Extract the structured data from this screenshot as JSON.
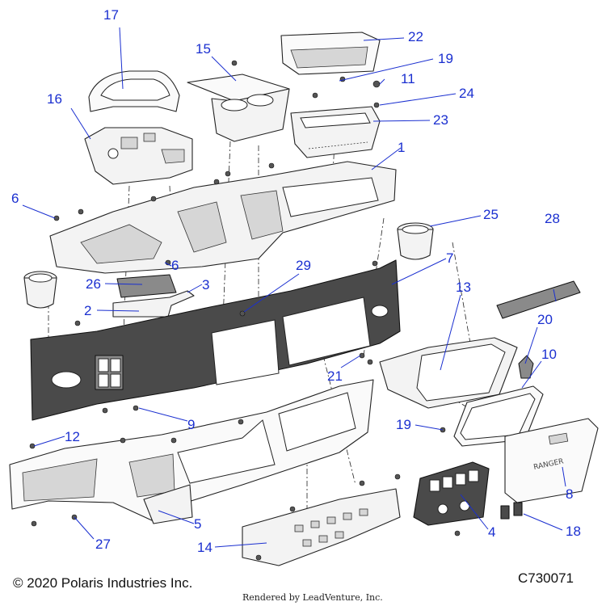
{
  "callouts": [
    {
      "id": "c1",
      "label": "1"
    },
    {
      "id": "c2",
      "label": "2"
    },
    {
      "id": "c3",
      "label": "3"
    },
    {
      "id": "c4",
      "label": "4"
    },
    {
      "id": "c5",
      "label": "5"
    },
    {
      "id": "c6a",
      "label": "6"
    },
    {
      "id": "c6b",
      "label": "6"
    },
    {
      "id": "c7",
      "label": "7"
    },
    {
      "id": "c8",
      "label": "8"
    },
    {
      "id": "c9",
      "label": "9"
    },
    {
      "id": "c10",
      "label": "10"
    },
    {
      "id": "c11",
      "label": "11"
    },
    {
      "id": "c12",
      "label": "12"
    },
    {
      "id": "c13",
      "label": "13"
    },
    {
      "id": "c14",
      "label": "14"
    },
    {
      "id": "c15",
      "label": "15"
    },
    {
      "id": "c16",
      "label": "16"
    },
    {
      "id": "c17",
      "label": "17"
    },
    {
      "id": "c18",
      "label": "18"
    },
    {
      "id": "c19a",
      "label": "19"
    },
    {
      "id": "c19b",
      "label": "19"
    },
    {
      "id": "c20",
      "label": "20"
    },
    {
      "id": "c21",
      "label": "21"
    },
    {
      "id": "c22",
      "label": "22"
    },
    {
      "id": "c23",
      "label": "23"
    },
    {
      "id": "c24",
      "label": "24"
    },
    {
      "id": "c25",
      "label": "25"
    },
    {
      "id": "c26",
      "label": "26"
    },
    {
      "id": "c27",
      "label": "27"
    },
    {
      "id": "c28",
      "label": "28"
    },
    {
      "id": "c29",
      "label": "29"
    }
  ],
  "footer": {
    "copyright": "© 2020 Polaris Industries Inc.",
    "diagram_code": "C730071",
    "rendered_by": "Rendered by LeadVenture, Inc."
  },
  "glovebox_logo": "RANGER",
  "colors": {
    "callout": "#1a2fd0",
    "line": "#222222",
    "part_fill": "#f3f3f3",
    "dark_part": "#4a4a4a"
  }
}
